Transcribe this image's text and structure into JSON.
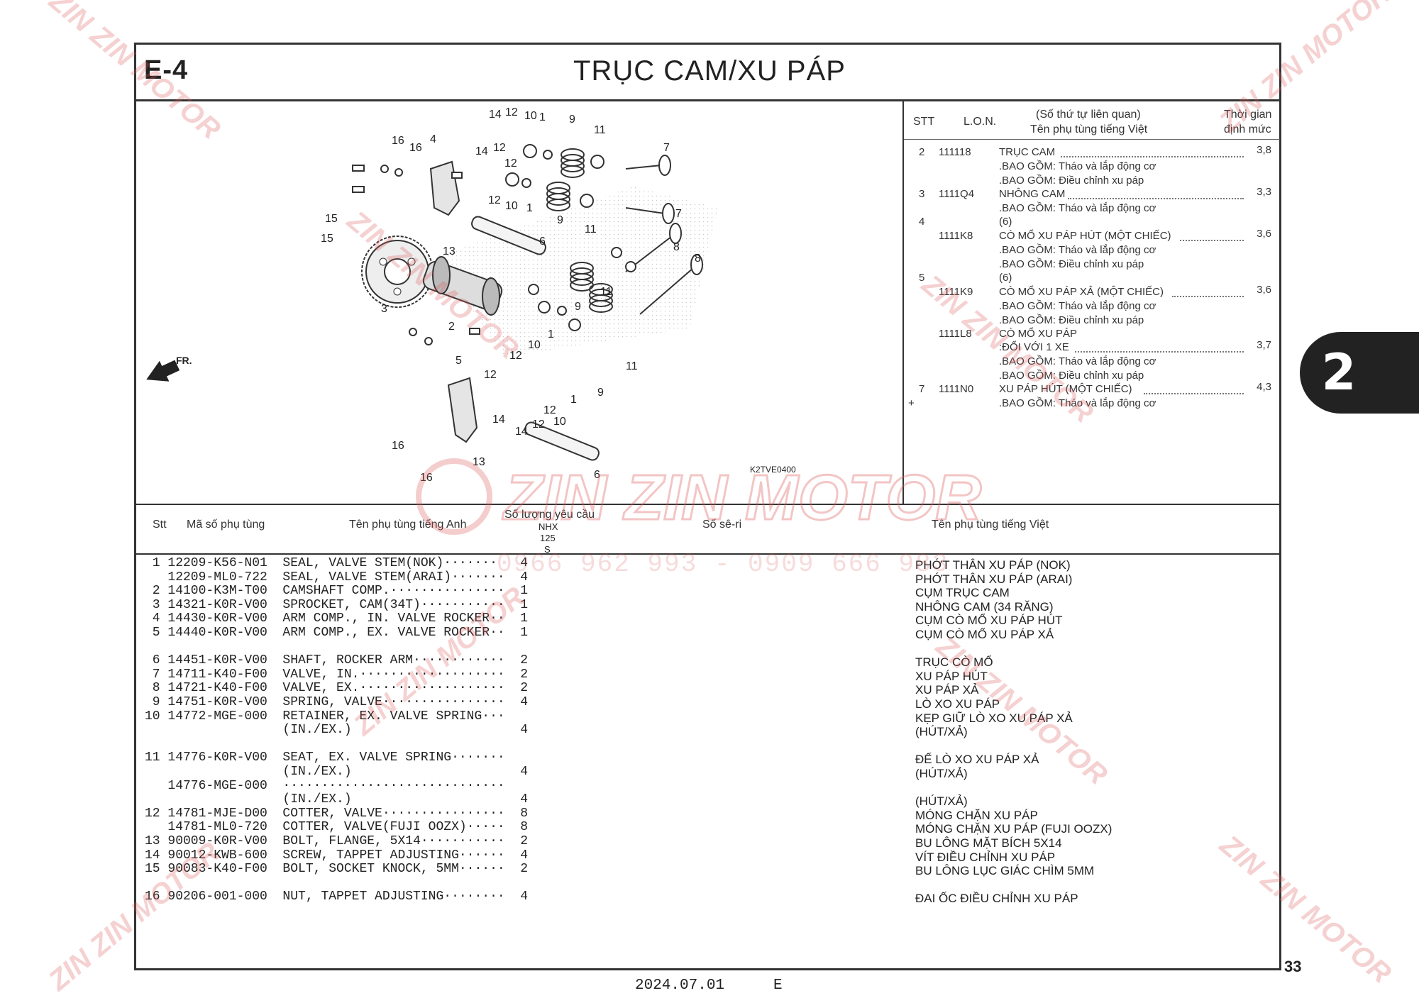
{
  "header": {
    "section_code": "E-4",
    "title": "TRỤC CAM/XU PÁP"
  },
  "labor_table": {
    "headers": {
      "stt": "STT",
      "lon": "L.O.N.",
      "desc_line1": "(Số thứ tự liên quan)",
      "desc_line2": "Tên phụ tùng tiếng Việt",
      "time_line1": "Thời gian",
      "time_line2": "định mức"
    },
    "lines": {
      "l1_stt": "2",
      "l1_lon": "111118",
      "l1_text": "TRỤC CAM",
      "l1_time": "3,8",
      "l2_text": ".BAO GỒM: Tháo và lắp động cơ",
      "l3_text": ".BAO GỒM: Điều chỉnh xu páp",
      "l4_stt": "3",
      "l4_lon": "1111Q4",
      "l4_text": "NHÔNG CAM",
      "l4_time": "3,3",
      "l5_text": ".BAO GỒM: Tháo và lắp động cơ",
      "l6_stt": "4",
      "l6_text": "(6)",
      "l7_lon": "1111K8",
      "l7_text": "CÒ MỔ XU PÁP HÚT (MỘT CHIẾC)",
      "l7_time": "3,6",
      "l8_text": ".BAO GỒM: Tháo và lắp động cơ",
      "l9_text": ".BAO GỒM: Điều chỉnh xu páp",
      "l10_stt": "5",
      "l10_text": "(6)",
      "l11_lon": "1111K9",
      "l11_text": "CÒ MỔ XU PÁP XẢ (MỘT CHIẾC)",
      "l11_time": "3,6",
      "l12_text": ".BAO GỒM: Tháo và lắp động cơ",
      "l13_text": ".BAO GỒM: Điều chỉnh xu páp",
      "l14_lon": "1111L8",
      "l14_text": "CÒ MỔ XU PÁP",
      "l15_text": ":ĐỔI VỚI 1 XE",
      "l15_time": "3,7",
      "l16_text": ".BAO GỒM: Tháo và lắp động cơ",
      "l17_text": ".BAO GỒM: Điều chỉnh xu páp",
      "l18_stt": "7",
      "l18_lon": "1111N0",
      "l18_text": "XU PÁP HÚT (MỘT CHIẾC)",
      "l18_time": "4,3",
      "l19_mark": "+",
      "l19_text": ".BAO GỒM: Tháo và lắp động cơ"
    }
  },
  "diagram": {
    "fr_label": "FR.",
    "code": "K2TVE0400",
    "callouts": [
      "1",
      "2",
      "3",
      "4",
      "5",
      "6",
      "7",
      "8",
      "9",
      "10",
      "11",
      "12",
      "13",
      "14",
      "15",
      "16"
    ]
  },
  "parts_table": {
    "headers": {
      "stt": "Stt",
      "code": "Mã số phụ tùng",
      "name_en": "Tên phụ tùng tiếng Anh",
      "qty": "Số lượng yêu cầu",
      "model_line1": "NHX",
      "model_line2": "125",
      "model_line3": "S",
      "serial": "Số sê-ri",
      "name_vi": "Tên phụ tùng tiếng Việt"
    },
    "rows": [
      {
        "line": " 1 12209-K56-N01  SEAL, VALVE STEM(NOK)·······   4",
        "vi": "PHỚT THÂN XU PÁP (NOK)"
      },
      {
        "line": "   12209-ML0-722  SEAL, VALVE STEM(ARAI)·······  4",
        "vi": "PHỚT THÂN XU PÁP (ARAI)"
      },
      {
        "line": " 2 14100-K3M-T00  CAMSHAFT COMP.···············  1",
        "vi": "CỤM TRỤC CAM"
      },
      {
        "line": " 3 14321-K0R-V00  SPROCKET, CAM(34T)···········  1",
        "vi": "NHÔNG CAM (34 RĂNG)"
      },
      {
        "line": " 4 14430-K0R-V00  ARM COMP., IN. VALVE ROCKER··  1",
        "vi": "CỤM CÒ MỔ XU PÁP HÚT"
      },
      {
        "line": " 5 14440-K0R-V00  ARM COMP., EX. VALVE ROCKER··  1",
        "vi": "CỤM CÒ MỔ XU PÁP XẢ"
      },
      {
        "line": "",
        "vi": ""
      },
      {
        "line": " 6 14451-K0R-V00  SHAFT, ROCKER ARM············  2",
        "vi": "TRỤC CÒ MỔ"
      },
      {
        "line": " 7 14711-K40-F00  VALVE, IN.···················  2",
        "vi": "XU PÁP HÚT"
      },
      {
        "line": " 8 14721-K40-F00  VALVE, EX.···················  2",
        "vi": "XU PÁP XẢ"
      },
      {
        "line": " 9 14751-K0R-V00  SPRING, VALVE················  4",
        "vi": "LÒ XO XU PÁP"
      },
      {
        "line": "10 14772-MGE-000  RETAINER, EX. VALVE SPRING···",
        "vi": "KẸP GIỮ LÒ XO XU PÁP XẢ"
      },
      {
        "line": "                  (IN./EX.)                      4",
        "vi": "(HÚT/XẢ)"
      },
      {
        "line": "",
        "vi": ""
      },
      {
        "line": "11 14776-K0R-V00  SEAT, EX. VALVE SPRING·······",
        "vi": "ĐẾ LÒ XO XU PÁP XẢ"
      },
      {
        "line": "                  (IN./EX.)                      4",
        "vi": "(HÚT/XẢ)"
      },
      {
        "line": "   14776-MGE-000  ·····························",
        "vi": ""
      },
      {
        "line": "                  (IN./EX.)                      4",
        "vi": "(HÚT/XẢ)"
      },
      {
        "line": "12 14781-MJE-D00  COTTER, VALVE················  8",
        "vi": "MÓNG CHẶN XU PÁP"
      },
      {
        "line": "   14781-ML0-720  COTTER, VALVE(FUJI OOZX)·····  8",
        "vi": "MÓNG CHẶN XU PÁP (FUJI OOZX)"
      },
      {
        "line": "13 90009-K0R-V00  BOLT, FLANGE, 5X14···········  2",
        "vi": "BU LÔNG MẶT BÍCH 5X14"
      },
      {
        "line": "14 90012-KWB-600  SCREW, TAPPET ADJUSTING······  4",
        "vi": "VÍT ĐIỀU CHỈNH XU PÁP"
      },
      {
        "line": "15 90083-K40-F00  BOLT, SOCKET KNOCK, 5MM······  2",
        "vi": "BU LÔNG LỤC GIÁC CHÌM 5MM"
      },
      {
        "line": "",
        "vi": ""
      },
      {
        "line": "16 90206-001-000  NUT, TAPPET ADJUSTING········  4",
        "vi": "ĐAI ỐC ĐIỀU CHỈNH XU PÁP"
      }
    ]
  },
  "side_tab": {
    "number": "2",
    "color": "#222222"
  },
  "footer": {
    "page_number": "33",
    "date": "2024.07.01",
    "letter": "E"
  },
  "watermark": {
    "brand": "ZIN ZIN MOTOR",
    "phones": "0966 962 993 - 0909 666 983",
    "color": "#e06060"
  }
}
